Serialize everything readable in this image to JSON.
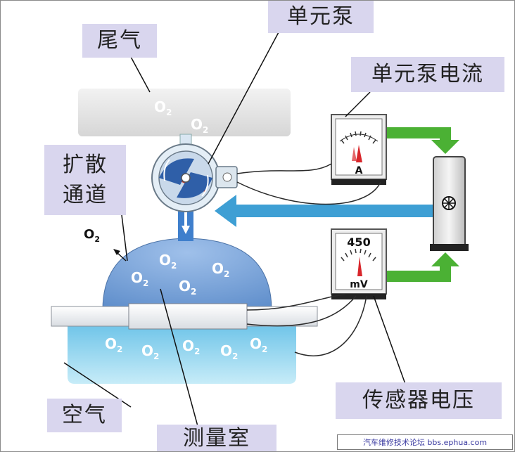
{
  "labels": {
    "unit_pump": "单元泵",
    "exhaust": "尾气",
    "pump_current": "单元泵电流",
    "diffusion_line1": "扩散",
    "diffusion_line2": "通道",
    "sensor_voltage": "传感器电压",
    "air": "空气",
    "measuring_chamber": "测量室"
  },
  "ammeter": {
    "unit": "A"
  },
  "voltmeter": {
    "value": "450",
    "unit": "mV"
  },
  "o2": "O",
  "o2_sub": "2",
  "watermark": "汽车维修技术论坛 bbs.ephua.com",
  "colors": {
    "label_bg": "#d9d6ee",
    "arrow_green": "#4bb134",
    "arrow_blue": "#3e9fd4",
    "chamber": "#7aa3d6",
    "air": "#8fd1ea"
  }
}
